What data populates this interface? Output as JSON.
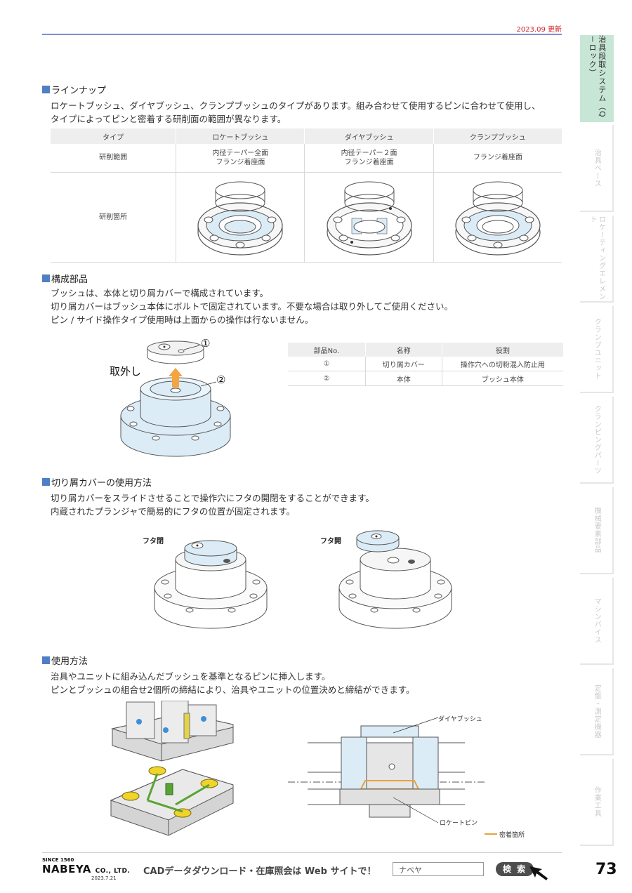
{
  "header": {
    "update": "2023.09 更新"
  },
  "sidebar": {
    "tabs": [
      {
        "label": "治具段取システム（Q－ロック）",
        "active": true
      },
      {
        "label": "治具ベース",
        "active": false
      },
      {
        "label": "ロケーティングエレメント",
        "active": false
      },
      {
        "label": "クランプユニット",
        "active": false
      },
      {
        "label": "クランピングパーツ",
        "active": false
      },
      {
        "label": "機械要素部品",
        "active": false
      },
      {
        "label": "マシンバイス",
        "active": false
      },
      {
        "label": "定盤・測定機器",
        "active": false
      },
      {
        "label": "作業工具",
        "active": false
      }
    ]
  },
  "lineup": {
    "heading": "ラインナップ",
    "text": [
      "ロケートブッシュ、ダイヤブッシュ、クランプブッシュのタイプがあります。組み合わせて使用するピンに合わせて使用し、",
      "タイプによってピンと密着する研削面の範囲が異なります。"
    ],
    "columns": [
      "タイプ",
      "ロケートブッシュ",
      "ダイヤブッシュ",
      "クランプブッシュ"
    ],
    "row1_label": "研削範囲",
    "row1": [
      [
        "内径テーパー全面",
        "フランジ着座面"
      ],
      [
        "内径テーパー２面",
        "フランジ着座面"
      ],
      [
        "フランジ着座面"
      ]
    ],
    "row2_label": "研削箇所"
  },
  "parts": {
    "heading": "構成部品",
    "text": [
      "ブッシュは、本体と切り屑カバーで構成されています。",
      "切り屑カバーはブッシュ本体にボルトで固定されています。不要な場合は取り外してご使用ください。",
      "ピン / サイド操作タイプ使用時は上面からの操作は行ないません。"
    ],
    "remove_label": "取外し",
    "callout1": "①",
    "callout2": "②",
    "columns": [
      "部品No.",
      "名称",
      "役割"
    ],
    "rows": [
      [
        "①",
        "切り屑カバー",
        "操作穴への切粉混入防止用"
      ],
      [
        "②",
        "本体",
        "ブッシュ本体"
      ]
    ]
  },
  "cover": {
    "heading": "切り屑カバーの使用方法",
    "text": [
      "切り屑カバーをスライドさせることで操作穴にフタの開閉をすることができます。",
      "内蔵されたプランジャで簡易的にフタの位置が固定されます。"
    ],
    "closed_label": "フタ閉",
    "open_label": "フタ開"
  },
  "usage": {
    "heading": "使用方法",
    "text": [
      "治具やユニットに組み込んだブッシュを基準となるピンに挿入します。",
      "ピンとブッシュの組合せ2個所の締結により、治具やユニットの位置決めと締結ができます。"
    ],
    "diamond_label": "ダイヤブッシュ",
    "locate_label": "ロケートピン",
    "contact_label": "密着箇所"
  },
  "footer": {
    "since": "SINCE 1560",
    "brand": "NABEYA",
    "brand_suffix": "CO., LTD.",
    "date": "2023.7.21",
    "cad_text": "CADデータダウンロード・在庫照会は Web サイトで！",
    "search_value": "ナベヤ",
    "search_button": "検 索",
    "page": "73"
  },
  "colors": {
    "accent": "#4f7fc4",
    "tab_active": "#c8e6d6",
    "update_red": "#d2232a",
    "part_blue": "#dcecf7",
    "contact_orange": "#e8a33a"
  }
}
